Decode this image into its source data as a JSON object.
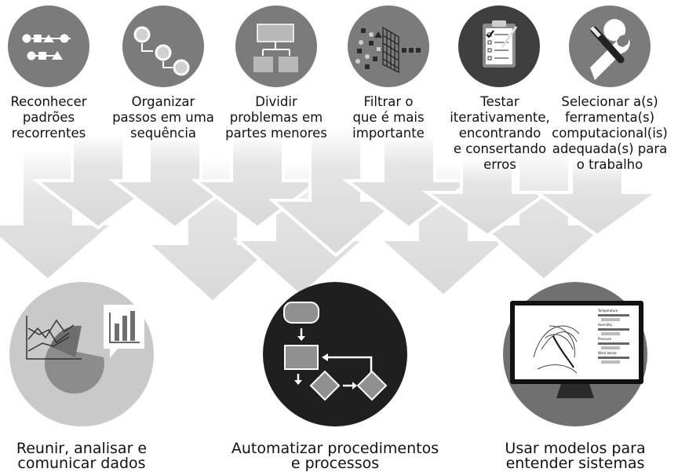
{
  "skills": [
    {
      "label": "Reconhecer\npadrões\nrecorrentes",
      "icon": "pattern-shapes-icon"
    },
    {
      "label": "Organizar\npassos em uma\nsequência",
      "icon": "sequence-steps-icon"
    },
    {
      "label": "Dividir\nproblemas em\npartes menores",
      "icon": "decompose-puzzle-icon"
    },
    {
      "label": "Filtrar o\nque é mais\nimportante",
      "icon": "filter-grid-icon"
    },
    {
      "label": "Testar\niterativamente,\nencontrando\ne consertando\nerros",
      "icon": "clipboard-checklist-icon"
    },
    {
      "label": "Selecionar a(s)\nferramenta(s)\ncomputacional(is)\nadequada(s) para\no trabalho",
      "icon": "wrench-screwdriver-icon"
    }
  ],
  "practices": [
    {
      "label": "Reunir, analisar e\ncomunicar dados",
      "icon": "data-charts-icon"
    },
    {
      "label": "Automatizar procedimentos\ne processos",
      "icon": "flowchart-icon"
    },
    {
      "label": "Usar modelos para\nentender sistemas",
      "icon": "monitor-model-icon"
    }
  ],
  "monitor_sidebar": [
    "Temperature",
    "Humidity",
    "Pressure",
    "Wind Vector"
  ]
}
